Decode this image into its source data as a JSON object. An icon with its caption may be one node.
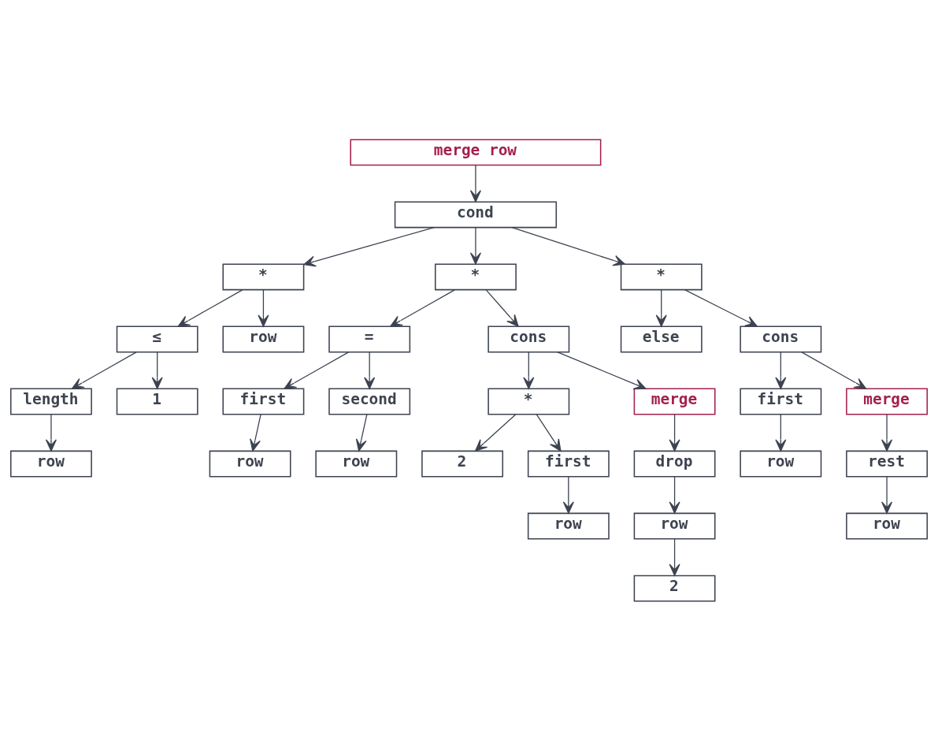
{
  "diagram": {
    "nodes": [
      {
        "text": [
          "merge row"
        ]
      },
      {
        "text": [
          "cond"
        ]
      },
      {
        "text": [
          "*"
        ]
      },
      {
        "text": [
          "*"
        ]
      },
      {
        "text": [
          "*"
        ]
      },
      {
        "text": [
          "≤"
        ]
      },
      {
        "text": [
          "row"
        ]
      },
      {
        "text": [
          "="
        ]
      },
      {
        "text": [
          "cons"
        ]
      },
      {
        "text": [
          "else"
        ]
      },
      {
        "text": [
          "cons"
        ]
      },
      {
        "text": [
          "length"
        ]
      },
      {
        "text": [
          "1"
        ]
      },
      {
        "text": [
          "first"
        ]
      },
      {
        "text": [
          "second"
        ]
      },
      {
        "text": [
          "first"
        ]
      },
      {
        "text": [
          "merge"
        ]
      },
      {
        "text": [
          "row"
        ]
      },
      {
        "text": [
          "row"
        ]
      },
      {
        "text": [
          "row"
        ]
      },
      {
        "text": [
          "row"
        ]
      },
      {
        "text": [
          "rest"
        ]
      },
      {
        "text": [
          "row"
        ]
      },
      {
        "text": [
          "*"
        ]
      },
      {
        "text": [
          "merge"
        ]
      },
      {
        "text": [
          "2"
        ]
      },
      {
        "text": [
          "first"
        ]
      },
      {
        "text": [
          "drop"
        ]
      },
      {
        "text": [
          "row"
        ]
      },
      {
        "text": [
          "row"
        ]
      },
      {
        "text": [
          "2"
        ]
      }
    ],
    "edges": [
      {
        "from": 0,
        "to": 1,
        "arrow": "to"
      },
      {
        "from": 1,
        "to": 2,
        "arrow": "to"
      },
      {
        "from": 1,
        "to": 3,
        "arrow": "to"
      },
      {
        "from": 1,
        "to": 4,
        "arrow": "to"
      },
      {
        "from": 2,
        "to": 5,
        "arrow": "to"
      },
      {
        "from": 2,
        "to": 6,
        "arrow": "to"
      },
      {
        "from": 3,
        "to": 7,
        "arrow": "to"
      },
      {
        "from": 3,
        "to": 8,
        "arrow": "to"
      },
      {
        "from": 4,
        "to": 9,
        "arrow": "to"
      },
      {
        "from": 4,
        "to": 10,
        "arrow": "to"
      },
      {
        "from": 5,
        "to": 11,
        "arrow": "to"
      },
      {
        "from": 5,
        "to": 12,
        "arrow": "to"
      },
      {
        "from": 7,
        "to": 13,
        "arrow": "to"
      },
      {
        "from": 7,
        "to": 14,
        "arrow": "to"
      },
      {
        "from": 8,
        "to": 23,
        "arrow": "to"
      },
      {
        "from": 8,
        "to": 24,
        "arrow": "to"
      },
      {
        "from": 10,
        "to": 15,
        "arrow": "to"
      },
      {
        "from": 10,
        "to": 16,
        "arrow": "to"
      },
      {
        "from": 11,
        "to": 17,
        "arrow": "to"
      },
      {
        "from": 13,
        "to": 18,
        "arrow": "to"
      },
      {
        "from": 14,
        "to": 19,
        "arrow": "to"
      },
      {
        "from": 15,
        "to": 20,
        "arrow": "to"
      },
      {
        "from": 16,
        "to": 21,
        "arrow": "to"
      },
      {
        "from": 21,
        "to": 22,
        "arrow": "to"
      },
      {
        "from": 23,
        "to": 25,
        "arrow": "to"
      },
      {
        "from": 23,
        "to": 26,
        "arrow": "to"
      },
      {
        "from": 24,
        "to": 27,
        "arrow": "to"
      },
      {
        "from": 26,
        "to": 28,
        "arrow": "to"
      },
      {
        "from": 27,
        "to": 29,
        "arrow": "to"
      },
      {
        "from": 29,
        "to": 30,
        "arrow": "to"
      }
    ]
  }
}
